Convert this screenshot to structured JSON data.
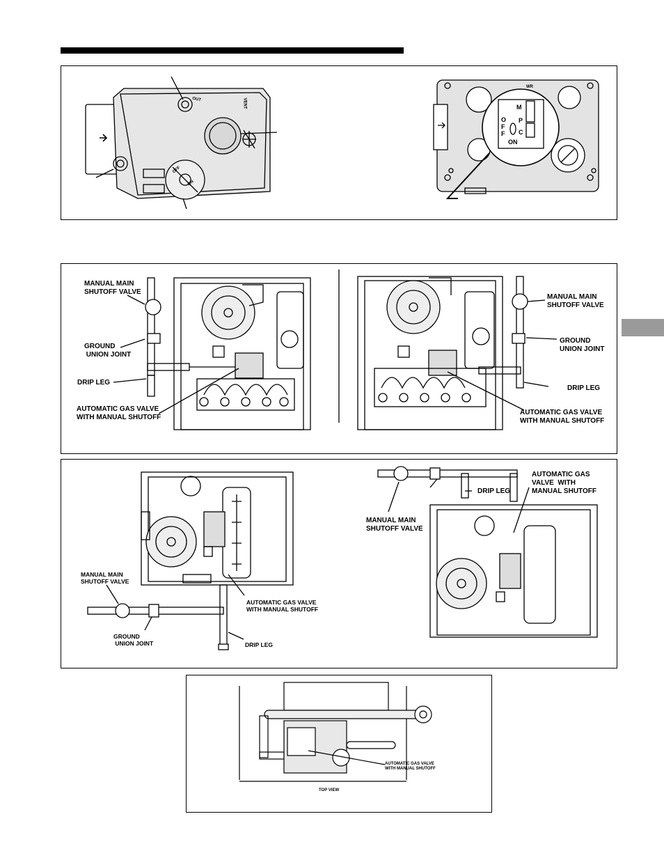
{
  "figure2": {
    "left": {
      "manual_main_shutoff": "MANUAL MAIN\nSHUTOFF VALVE",
      "ground_union": "GROUND\n UNION JOINT",
      "drip_leg": "DRIP LEG",
      "auto_gas_valve": "AUTOMATIC GAS VALVE\nWITH MANUAL SHUTOFF"
    },
    "right": {
      "manual_main_shutoff": "MANUAL MAIN\nSHUTOFF VALVE",
      "ground_union": "GROUND\nUNION JOINT",
      "drip_leg": "DRIP LEG",
      "auto_gas_valve": "AUTOMATIC GAS VALVE\nWITH MANUAL SHUTOFF"
    }
  },
  "figure3": {
    "left": {
      "manual_main_shutoff": "MANUAL MAIN\nSHUTOFF VALVE",
      "auto_gas_valve": "AUTOMATIC GAS VALVE\nWITH MANUAL SHUTOFF",
      "ground_union": "GROUND\n UNION JOINT",
      "drip_leg": "DRIP LEG"
    },
    "right": {
      "drip_leg": "DRIP LEG",
      "auto_gas_valve": "AUTOMATIC GAS\nVALVE  WITH\nMANUAL SHUTOFF",
      "manual_main_shutoff": "MANUAL MAIN\nSHUTOFF VALVE"
    }
  },
  "figure4": {
    "auto_gas_valve": "AUTOMATIC GAS VALVE\nWITH MANUAL SHUTOFF",
    "caption": "TOP VIEW"
  },
  "valve_knob": {
    "wr": "WR",
    "off_o": "O",
    "off_f1": "F",
    "off_f2": "F",
    "on": "ON",
    "m": "M",
    "p": "P",
    "c": "C"
  },
  "valve_body": {
    "out": "OUT",
    "vent": "VENT",
    "off": "OFF",
    "on": "ON"
  }
}
